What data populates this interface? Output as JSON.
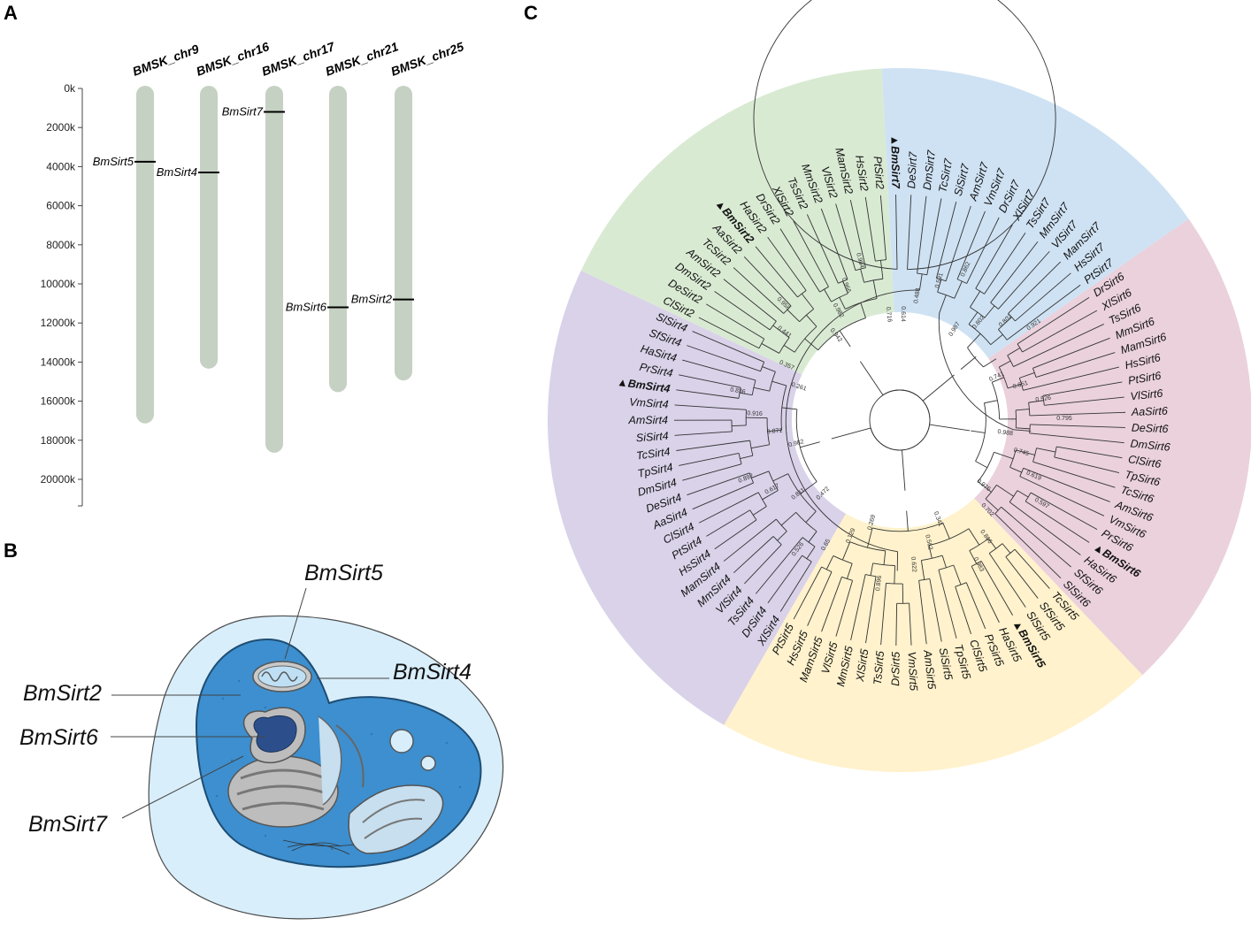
{
  "panels": {
    "a": "A",
    "b": "B",
    "c": "C"
  },
  "chromosome_map": {
    "axis_ticks": [
      "0k",
      "2000k",
      "4000k",
      "6000k",
      "8000k",
      "10000k",
      "12000k",
      "14000k",
      "16000k",
      "18000k",
      "20000k"
    ],
    "chromosomes": [
      {
        "name": "BMSK_chr9",
        "length": 17000
      },
      {
        "name": "BMSK_chr16",
        "length": 14200
      },
      {
        "name": "BMSK_chr17",
        "length": 18500
      },
      {
        "name": "BMSK_chr21",
        "length": 15400
      },
      {
        "name": "BMSK_chr25",
        "length": 14800
      }
    ],
    "genes": [
      {
        "name": "BmSirt5",
        "chromosome": "BMSK_chr9",
        "position": 3750
      },
      {
        "name": "BmSirt4",
        "chromosome": "BMSK_chr16",
        "position": 4300
      },
      {
        "name": "BmSirt7",
        "chromosome": "BMSK_chr17",
        "position": 1200
      },
      {
        "name": "BmSirt6",
        "chromosome": "BMSK_chr21",
        "position": 11200
      },
      {
        "name": "BmSirt2",
        "chromosome": "BMSK_chr25",
        "position": 10800
      }
    ]
  },
  "cell": {
    "labels": {
      "sirt5": "BmSirt5",
      "sirt4": "BmSirt4",
      "sirt2": "BmSirt2",
      "sirt6": "BmSirt6",
      "sirt7": "BmSirt7"
    }
  },
  "tree": {
    "clades": [
      {
        "name": "Sirt7",
        "color": "#cfe2f3"
      },
      {
        "name": "Sirt6",
        "color": "#ead1dc"
      },
      {
        "name": "Sirt5",
        "color": "#fff2cc"
      },
      {
        "name": "Sirt4",
        "color": "#d9d2e9"
      },
      {
        "name": "Sirt2",
        "color": "#d9ead3"
      }
    ],
    "leaves": [
      "▲BmSirt7",
      "DeSirt7",
      "DmSirt7",
      "TcSirt7",
      "SiSirt7",
      "AmSirt7",
      "VmSirt7",
      "DrSirt7",
      "XlSirt7",
      "TsSirt7",
      "MmSirt7",
      "VlSirt7",
      "MamSirt7",
      "HsSirt7",
      "PtSirt7",
      "DrSirt6",
      "XlSirt6",
      "TsSirt6",
      "MmSirt6",
      "MamSirt6",
      "HsSirt6",
      "PtSirt6",
      "VlSirt6",
      "AaSirt6",
      "DeSirt6",
      "DmSirt6",
      "ClSirt6",
      "TpSirt6",
      "TcSirt6",
      "AmSirt6",
      "VmSirt6",
      "PrSirt6",
      "▲BmSirt6",
      "HaSirt6",
      "SfSirt6",
      "SlSirt6",
      "TcSirt5",
      "SfSirt5",
      "SlSirt5",
      "▲BmSirt5",
      "HaSirt5",
      "PrSirt5",
      "ClSirt5",
      "TpSirt5",
      "SiSirt5",
      "AmSirt5",
      "VmSirt5",
      "DrSirt5",
      "TsSirt5",
      "XlSirt5",
      "MmSirt5",
      "VlSirt5",
      "MamSirt5",
      "HsSirt5",
      "PtSirt5",
      "XlSirt4",
      "DrSirt4",
      "TsSirt4",
      "VlSirt4",
      "MmSirt4",
      "MamSirt4",
      "HsSirt4",
      "PtSirt4",
      "ClSirt4",
      "AaSirt4",
      "DeSirt4",
      "DmSirt4",
      "TpSirt4",
      "TcSirt4",
      "SiSirt4",
      "AmSirt4",
      "VmSirt4",
      "▲BmSirt4",
      "PrSirt4",
      "HaSirt4",
      "SfSirt4",
      "SlSirt4",
      "ClSirt2",
      "DeSirt2",
      "DmSirt2",
      "AmSirt2",
      "TcSirt2",
      "AaSirt2",
      "▲BmSirt2",
      "HaSirt2",
      "DrSirt2",
      "XlSirt2",
      "TsSirt2",
      "MmSirt2",
      "VlSirt2",
      "MamSirt2",
      "HsSirt2",
      "PtSirt2"
    ],
    "support_values": [
      "0.614",
      "0.488",
      "0.591",
      "0.862",
      "0.987",
      "0.802",
      "0.802",
      "0.921",
      "0.741",
      "0.651",
      "0.526",
      "0.795",
      "0.988",
      "0.745",
      "0.619",
      "0.597",
      "0.976",
      "0.702",
      "0.866",
      "0.983",
      "0.341",
      "0.562",
      "0.622",
      "0.896",
      "0.269",
      "0.129",
      "0.65",
      "0.526",
      "0.472",
      "0.811",
      "0.617",
      "0.892",
      "0.982",
      "0.871",
      "0.916",
      "0.836",
      "0.261",
      "0.357",
      "0.441",
      "0.958",
      "0.942",
      "0.982",
      "0.966",
      "0.984",
      "0.716"
    ]
  }
}
